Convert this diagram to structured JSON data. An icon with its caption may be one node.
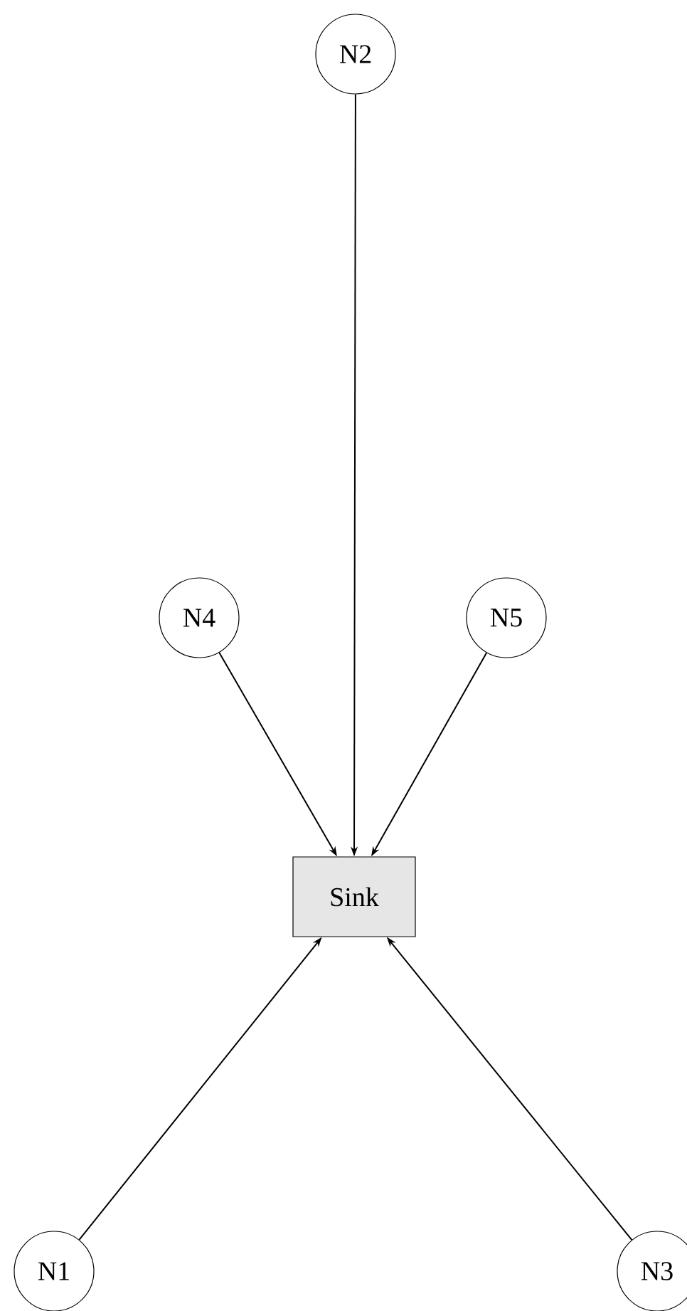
{
  "diagram": {
    "nodes": [
      {
        "text": [
          "N2"
        ]
      },
      {
        "text": [
          "N4"
        ]
      },
      {
        "text": [
          "N5"
        ]
      },
      {
        "text": [
          "Sink"
        ]
      },
      {
        "text": [
          "N1"
        ]
      },
      {
        "text": [
          "N3"
        ]
      }
    ],
    "edges": [
      {
        "from": 0,
        "to": 3,
        "arrow": "to"
      },
      {
        "from": 1,
        "to": 3,
        "arrow": "to"
      },
      {
        "from": 2,
        "to": 3,
        "arrow": "to"
      },
      {
        "from": 4,
        "to": 3,
        "arrow": "to"
      },
      {
        "from": 5,
        "to": 3,
        "arrow": "to"
      }
    ]
  }
}
